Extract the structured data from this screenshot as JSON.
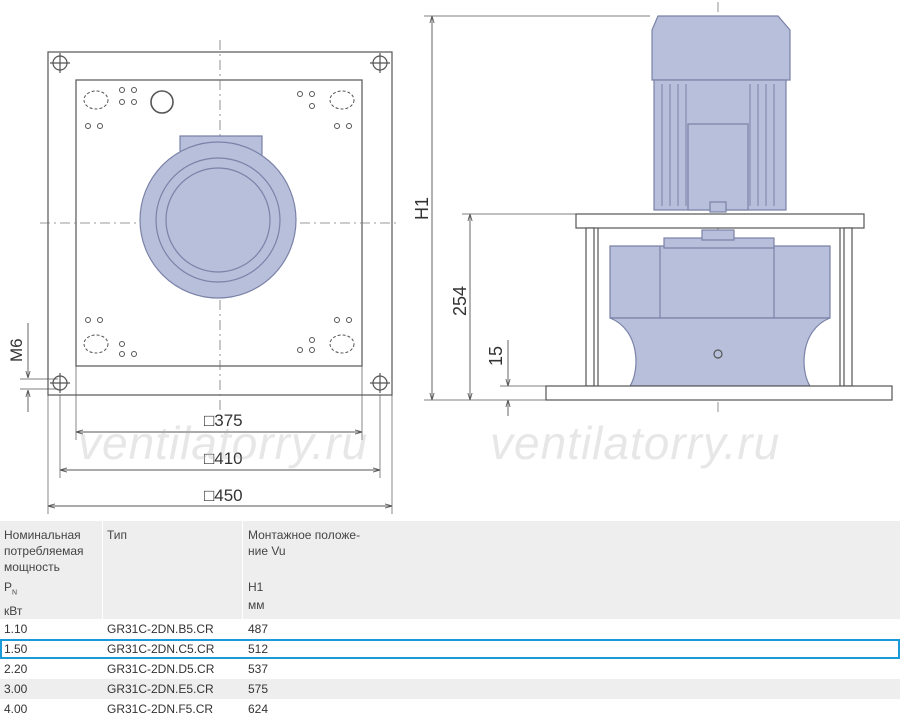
{
  "drawing": {
    "dimensions": {
      "inner_square": "□375",
      "middle_square": "□410",
      "outer_square": "□450",
      "thread": "M6",
      "overall_height": "H1",
      "housing_height": "254",
      "base_height": "15"
    },
    "watermark": "ventilatorry.ru"
  },
  "colors": {
    "accent": "#1a9bd7",
    "motor_fill": "#b8bfdb",
    "line": "#555555"
  },
  "table": {
    "headers": {
      "power": [
        "Номинальная",
        "потребляемая",
        "мощность"
      ],
      "power_symbol": "P",
      "power_sub": "N",
      "power_unit": "кВт",
      "type": "Тип",
      "mount": [
        "Монтажное положе-",
        "ние Vu"
      ],
      "h1": "H1",
      "h1_unit": "мм"
    },
    "rows": [
      {
        "power": "1.10",
        "type": "GR31C-2DN.B5.CR",
        "h1": "487"
      },
      {
        "power": "1.50",
        "type": "GR31C-2DN.C5.CR",
        "h1": "512"
      },
      {
        "power": "2.20",
        "type": "GR31C-2DN.D5.CR",
        "h1": "537"
      },
      {
        "power": "3.00",
        "type": "GR31C-2DN.E5.CR",
        "h1": "575"
      },
      {
        "power": "4.00",
        "type": "GR31C-2DN.F5.CR",
        "h1": "624"
      }
    ]
  }
}
